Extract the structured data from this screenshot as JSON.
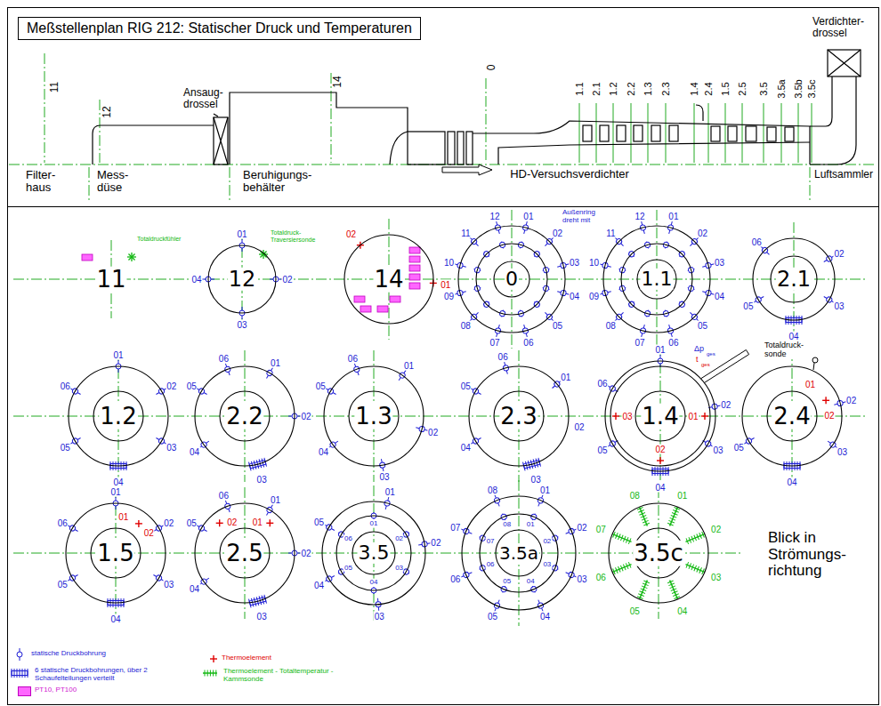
{
  "diagram": {
    "title": "Meßstellenplan RIG 212: Statischer Druck und Temperaturen",
    "nodes": [
      {
        "text": [
          "12"
        ]
      },
      {
        "text": [
          "14"
        ]
      },
      {
        "text": [
          "0"
        ]
      },
      {
        "text": [
          "1.1"
        ]
      },
      {
        "text": [
          "2.1"
        ]
      },
      {
        "text": [
          "1.2"
        ]
      },
      {
        "text": [
          "2.2"
        ]
      },
      {
        "text": [
          "1.3"
        ]
      },
      {
        "text": [
          "2.3"
        ]
      },
      {
        "text": [
          "1.4"
        ]
      },
      {
        "text": [
          "2.4"
        ]
      },
      {
        "text": [
          "1.5"
        ]
      },
      {
        "text": [
          "2.5"
        ]
      },
      {
        "text": [
          "3.5"
        ]
      },
      {
        "text": [
          "3.5a"
        ]
      },
      {
        "text": [
          "3.5c"
        ]
      }
    ],
    "labels": [
      "11",
      "12",
      "14",
      "0",
      "1.1",
      "2.1",
      "1.2",
      "2.2",
      "1.3",
      "2.3",
      "1.4",
      "2.4",
      "1.5",
      "2.5",
      "3.5",
      "3.5a",
      "3.5b",
      "3.5c",
      "Ansaug- drossel",
      "Verdichter- drossel",
      "Filter- haus",
      "Mess- düse",
      "Beruhigungs- behälter",
      "HD-Versuchsverdichter",
      "Luftsammler",
      "11",
      "Totaldruckfühler",
      "Totaldruck- Traversiersonde",
      "01",
      "02",
      "03",
      "04",
      "02",
      "01",
      "Außenring dreht mit",
      "01",
      "02",
      "03",
      "04",
      "05",
      "06",
      "07",
      "08",
      "09",
      "10",
      "11",
      "12",
      "01",
      "02",
      "03",
      "04",
      "05",
      "06",
      "07",
      "08",
      "09",
      "10",
      "11",
      "12",
      "06",
      "02",
      "03",
      "04",
      "05",
      "01",
      "02",
      "03",
      "04",
      "05",
      "06",
      "06",
      "01",
      "02",
      "03",
      "04",
      "05",
      "06",
      "01",
      "02",
      "03",
      "04",
      "05",
      "06",
      "01",
      "02",
      "03",
      "04",
      "05",
      "Δp",
      "ges",
      "t",
      "ges",
      "01",
      "02",
      "03",
      "04",
      "05",
      "06",
      "01",
      "03",
      "02",
      "Totaldruck- sonde",
      "02",
      "03",
      "04",
      "05",
      "01",
      "02",
      "01",
      "02",
      "03",
      "04",
      "05",
      "06",
      "01",
      "02",
      "06",
      "01",
      "02",
      "03",
      "04",
      "05",
      "02",
      "01",
      "01",
      "02",
      "03",
      "04",
      "05",
      "01",
      "02",
      "03",
      "04",
      "05",
      "06",
      "01",
      "02",
      "03",
      "04",
      "05",
      "06",
      "07",
      "08",
      "01",
      "02",
      "03",
      "04",
      "05",
      "06",
      "07",
      "08",
      "01",
      "02",
      "03",
      "04",
      "05",
      "06",
      "07",
      "08",
      "Blick in Strömungs- richtung"
    ],
    "legend": [
      {
        "text": "statische Druckbohrung"
      },
      {
        "text": "6 statische Druckbohrungen, über 2 Schaufelteilungen verteilt"
      },
      {
        "text": "Thermoelement"
      },
      {
        "text": "Thermoelement - Totaltemperatur - Kammsonde"
      },
      {
        "text": "PT10, PT100",
        "color": "#ff66ff"
      }
    ]
  }
}
